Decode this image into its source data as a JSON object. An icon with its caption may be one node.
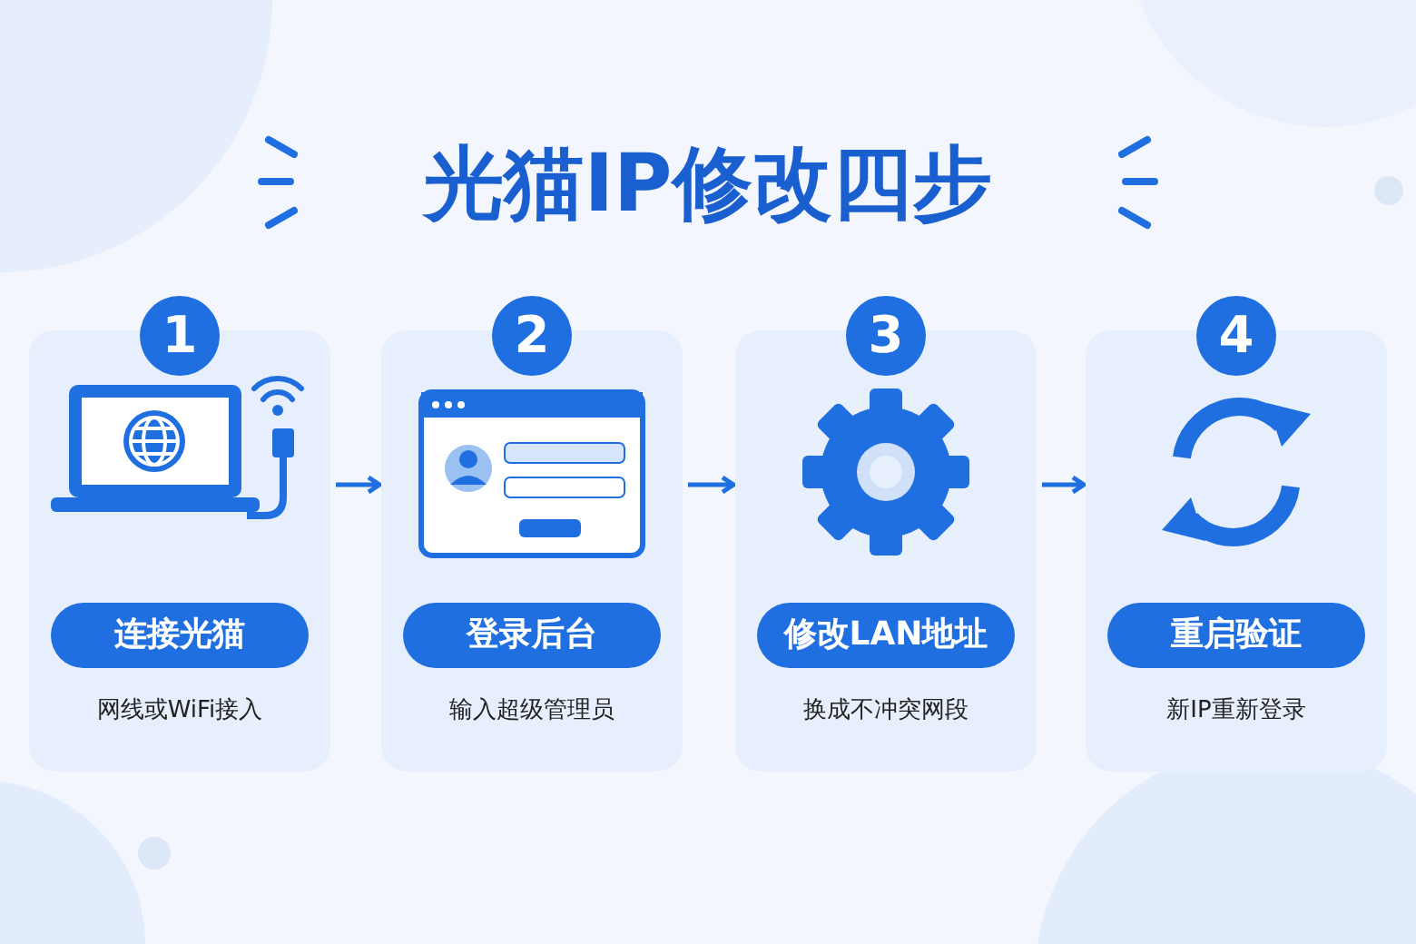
{
  "diagram": {
    "title": "光猫IP修改四步",
    "nodes": [
      {
        "text": [
          "网线或WiFi接入"
        ]
      },
      {
        "text": [
          "1"
        ]
      },
      {
        "text": [
          "连接光猫"
        ],
        "in": 0
      },
      {
        "text": [
          "输入超级管理员"
        ]
      },
      {
        "text": [
          "2"
        ]
      },
      {
        "text": [
          "登录后台"
        ],
        "in": 3
      },
      {
        "text": [
          "换成不冲突网段"
        ]
      },
      {
        "text": [
          "3"
        ]
      },
      {
        "text": [
          "修改LAN地址"
        ],
        "in": 6
      },
      {
        "text": [
          "新IP重新登录"
        ]
      },
      {
        "text": [
          "4"
        ]
      },
      {
        "text": [
          "重启验证"
        ],
        "in": 9
      }
    ],
    "edges": [
      {
        "from": 0,
        "to": 3,
        "arrow": "to"
      },
      {
        "from": 3,
        "to": 6,
        "arrow": "to"
      },
      {
        "from": 6,
        "to": 9,
        "arrow": "to"
      }
    ]
  }
}
